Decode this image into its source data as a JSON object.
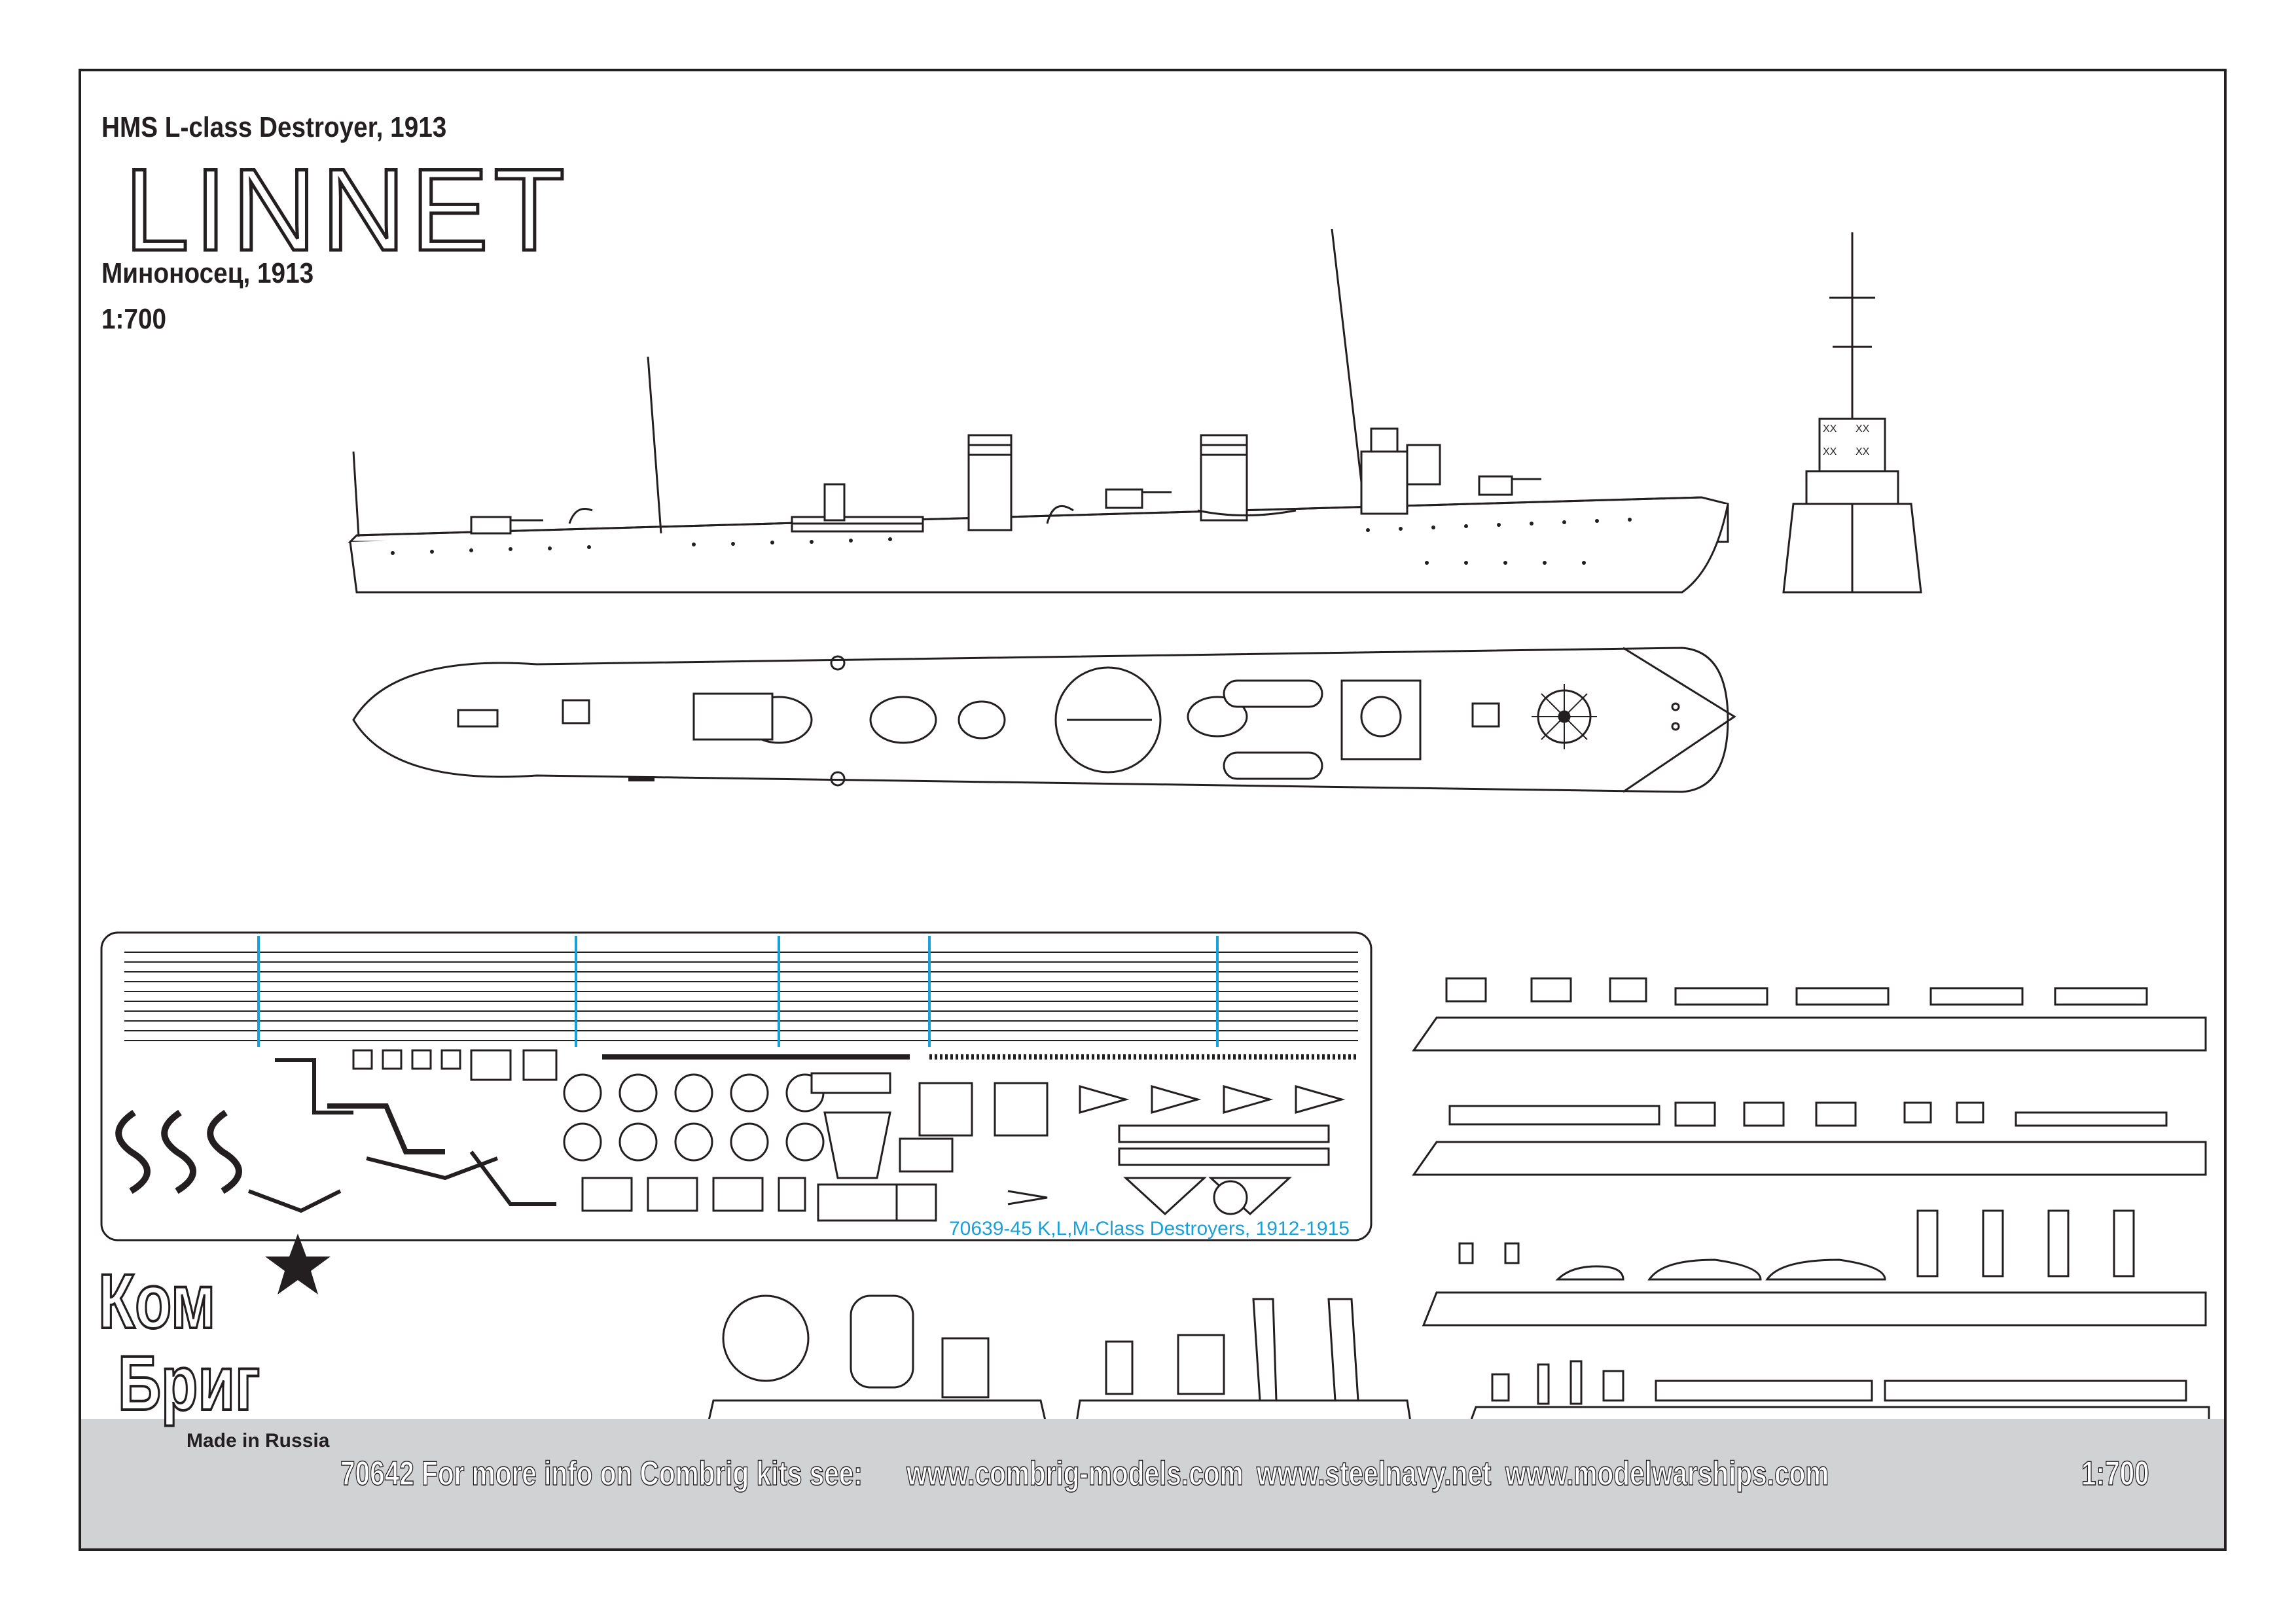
{
  "header": {
    "subtitle_en": "HMS L-class Destroyer, 1913",
    "ship_name": "LINNET",
    "subtitle_ru": "Миноносец, 1913",
    "scale": "1:700"
  },
  "fret": {
    "label": "70639-45 K,L,M-Class Destroyers, 1912-1915"
  },
  "footer": {
    "kit_info": "70642 For more info on Combrig kits see:",
    "link_1": "www.combrig-models.com",
    "link_2": "www.steelnavy.net",
    "link_3": "www.modelwarships.com",
    "scale": "1:700"
  },
  "logo": {
    "line_1": "Ком",
    "line_2": "Бриг",
    "tagline": "Made in Russia"
  },
  "colors": {
    "ink": "#231f20",
    "footer_bg": "#d1d2d4",
    "fret_accent": "#1aa0d8"
  }
}
